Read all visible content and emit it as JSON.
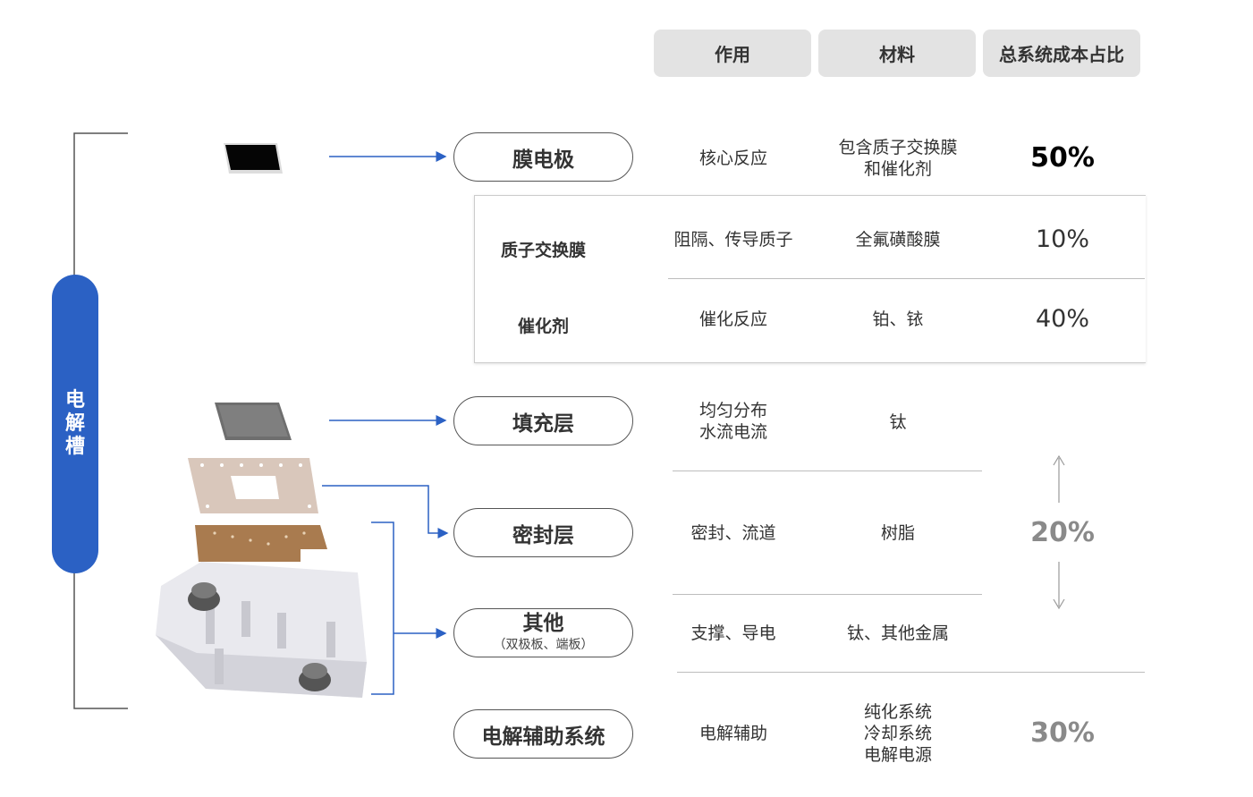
{
  "headers": {
    "role": "作用",
    "material": "材料",
    "cost_share": "总系统成本占比"
  },
  "side_label": "电解槽",
  "rows": {
    "mea": {
      "name": "膜电极",
      "role": "核心反应",
      "material": "包含质子交换膜\n和催化剂",
      "share": "50%"
    },
    "pem": {
      "name": "质子交换膜",
      "role": "阻隔、传导质子",
      "material": "全氟磺酸膜",
      "share": "10%"
    },
    "catalyst": {
      "name": "催化剂",
      "role": "催化反应",
      "material": "铂、铱",
      "share": "40%"
    },
    "filler": {
      "name": "填充层",
      "role": "均匀分布\n水流电流",
      "material": "钛"
    },
    "seal": {
      "name": "密封层",
      "role": "密封、流道",
      "material": "树脂"
    },
    "other": {
      "name": "其他",
      "sub": "（双极板、端板）",
      "role": "支撑、导电",
      "material": "钛、其他金属"
    },
    "aux": {
      "name": "电解辅助系统",
      "role": "电解辅助",
      "material": "纯化系统\n冷却系统\n电解电源",
      "share": "30%"
    }
  },
  "group_share": "20%",
  "colors": {
    "accent": "#2b61c4",
    "header_bg": "#e3e3e3",
    "arrow": "#2b61c4"
  }
}
